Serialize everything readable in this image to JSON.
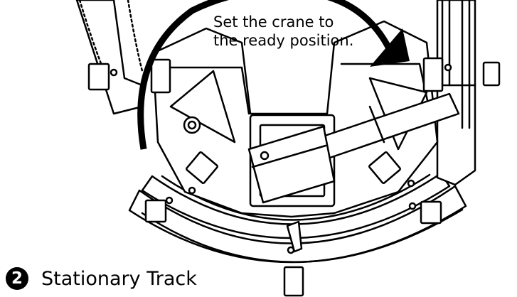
{
  "instruction": {
    "line1": "Set the crane to",
    "line2": "the ready position."
  },
  "step": {
    "number": "2",
    "title": "Stationary Track"
  },
  "icons": [
    "rotate-clockwise-arrow-icon",
    "crane-illustration",
    "track-assembly-illustration"
  ],
  "colors": {
    "ink": "#000000",
    "paper": "#ffffff"
  }
}
